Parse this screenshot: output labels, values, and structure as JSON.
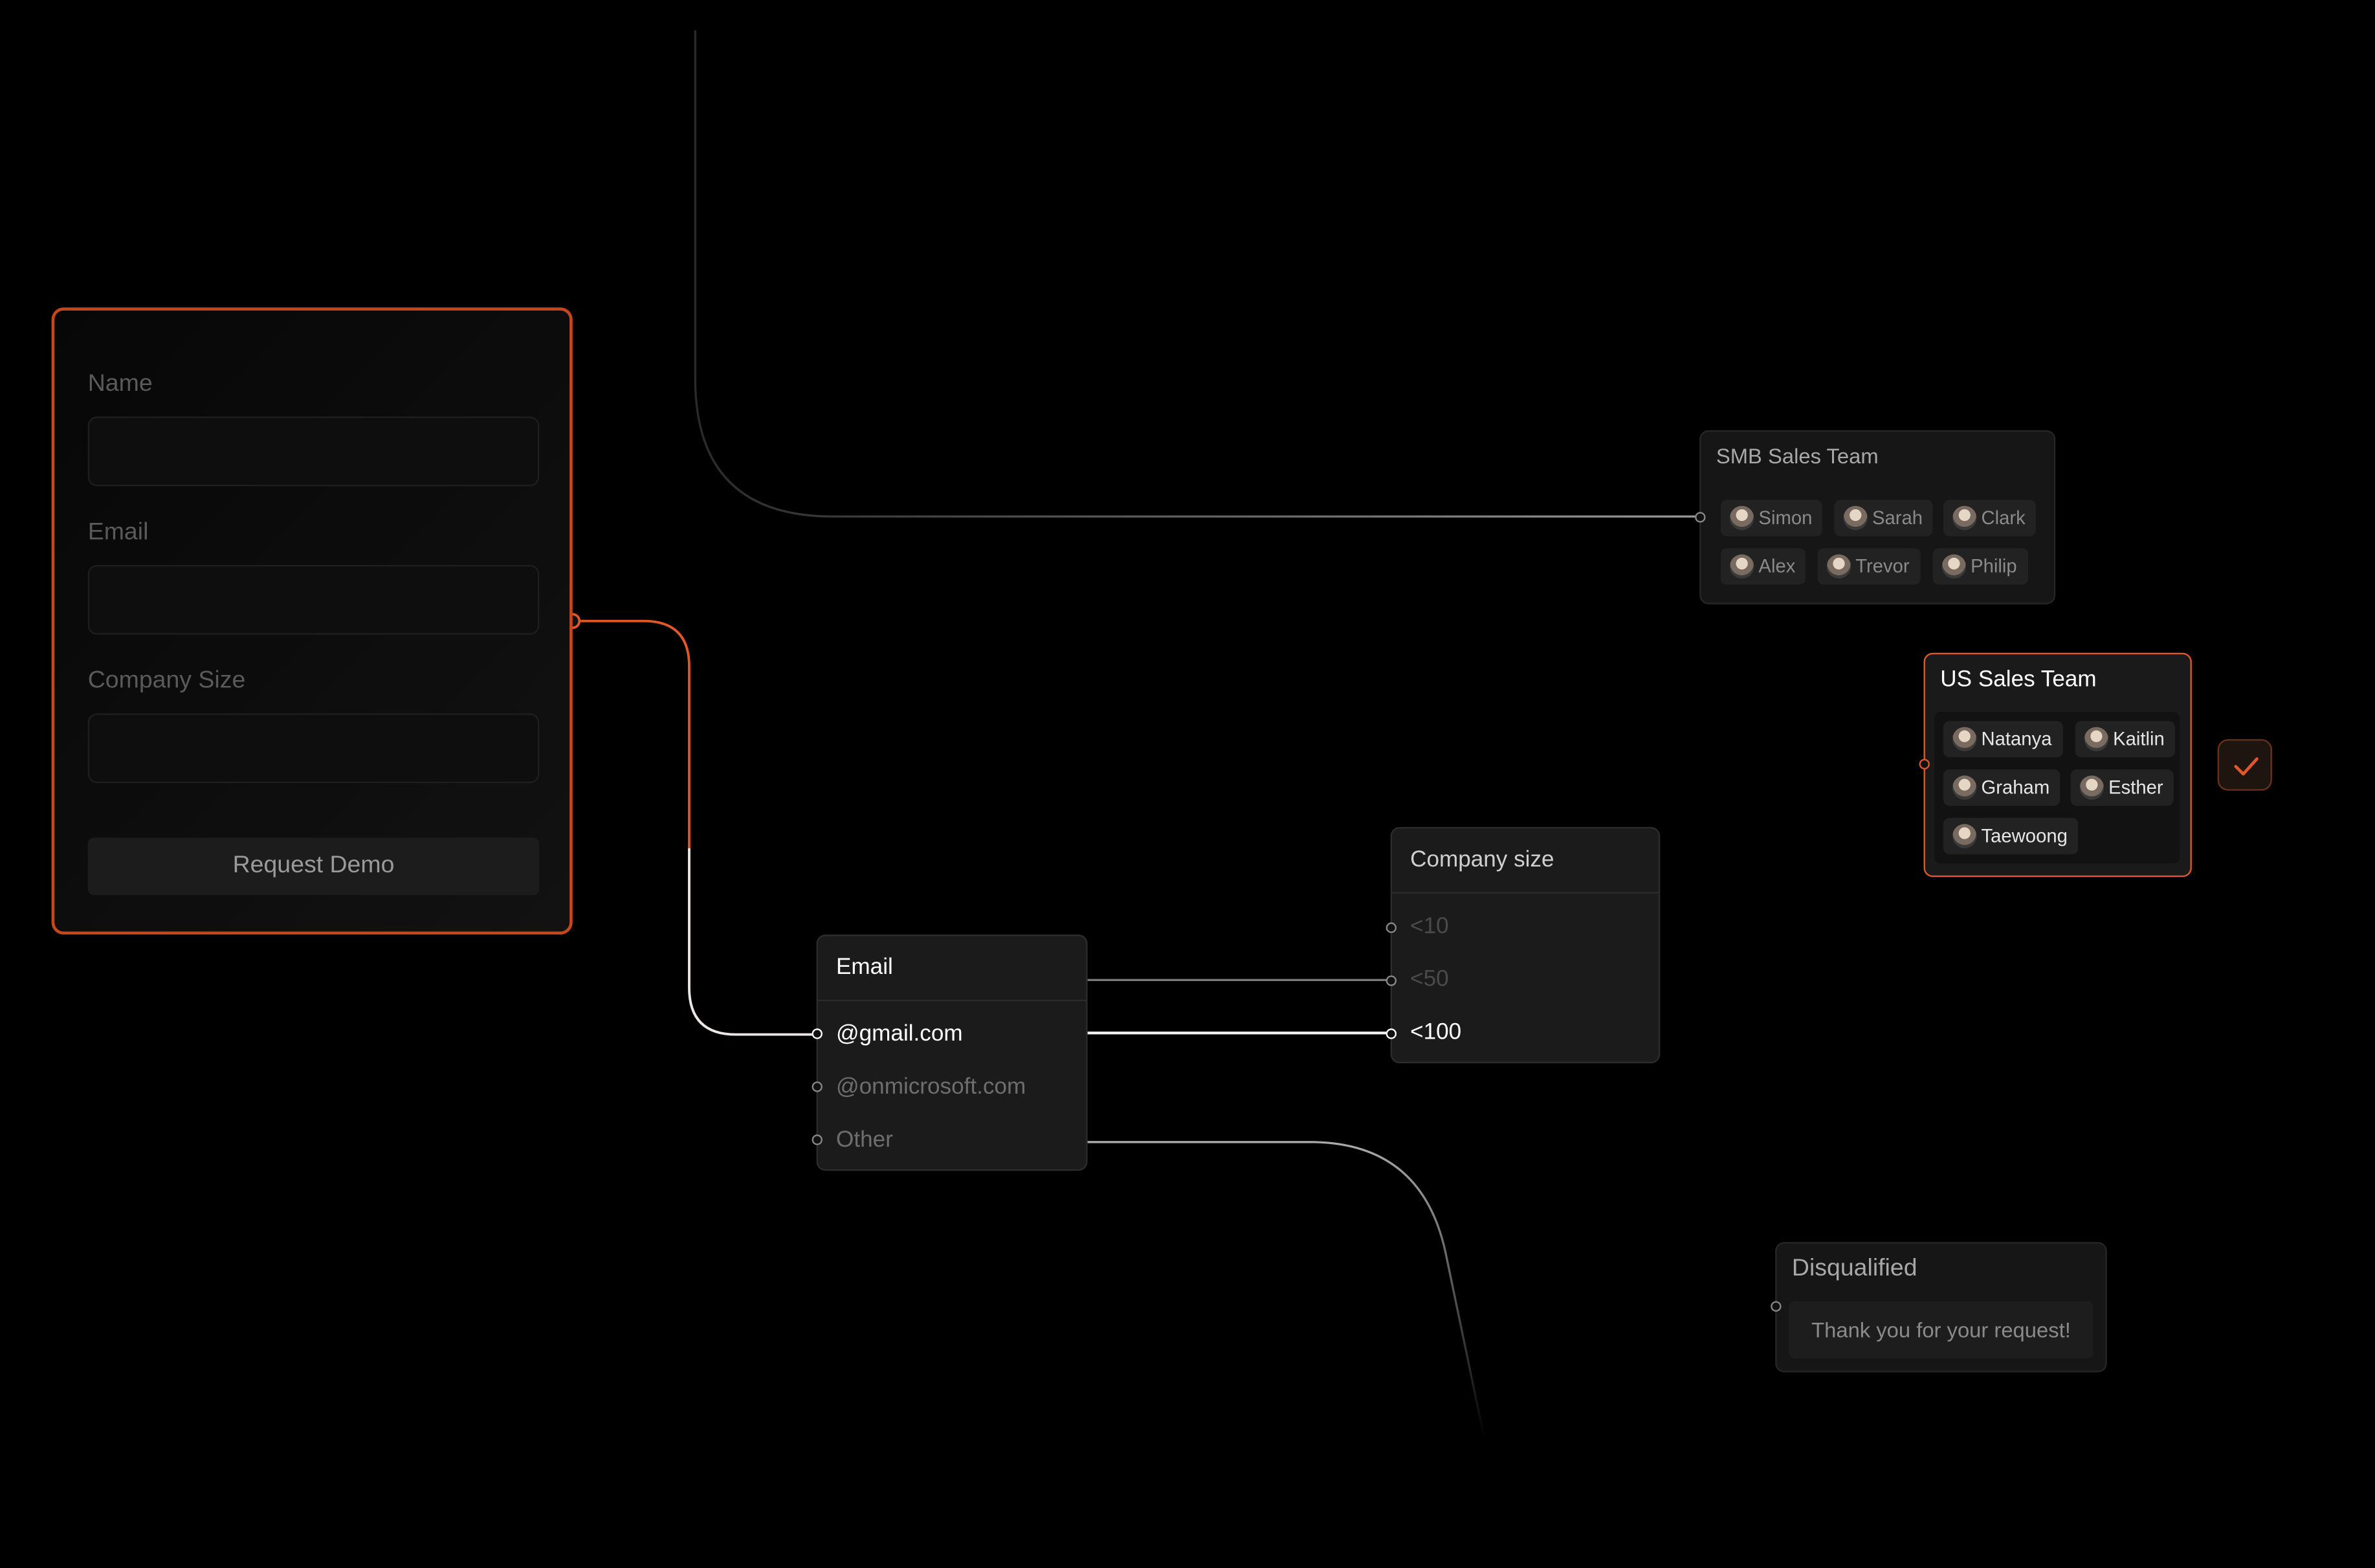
{
  "form": {
    "name_label": "Name",
    "email_label": "Email",
    "company_size_label": "Company Size",
    "submit_label": "Request Demo"
  },
  "email_node": {
    "title": "Email",
    "options": [
      "@gmail.com",
      "@onmicrosoft.com",
      "Other"
    ],
    "active_option": "@gmail.com"
  },
  "company_size_node": {
    "title": "Company size",
    "options": [
      "<10",
      "<50",
      "<100"
    ],
    "active_option": "<100"
  },
  "smb_team": {
    "title": "SMB Sales Team",
    "members": [
      "Simon",
      "Sarah",
      "Clark",
      "Alex",
      "Trevor",
      "Philip"
    ]
  },
  "us_team": {
    "title": "US Sales Team",
    "members": [
      "Natanya",
      "Kaitlin",
      "Graham",
      "Esther",
      "Taewoong"
    ],
    "selected": true
  },
  "disqualified": {
    "title": "Disqualified",
    "message": "Thank you for your request!"
  },
  "colors": {
    "accent": "#e0582a",
    "background": "#000000",
    "node_bg": "#1b1b1b"
  },
  "icons": [
    "check-icon",
    "avatar"
  ]
}
